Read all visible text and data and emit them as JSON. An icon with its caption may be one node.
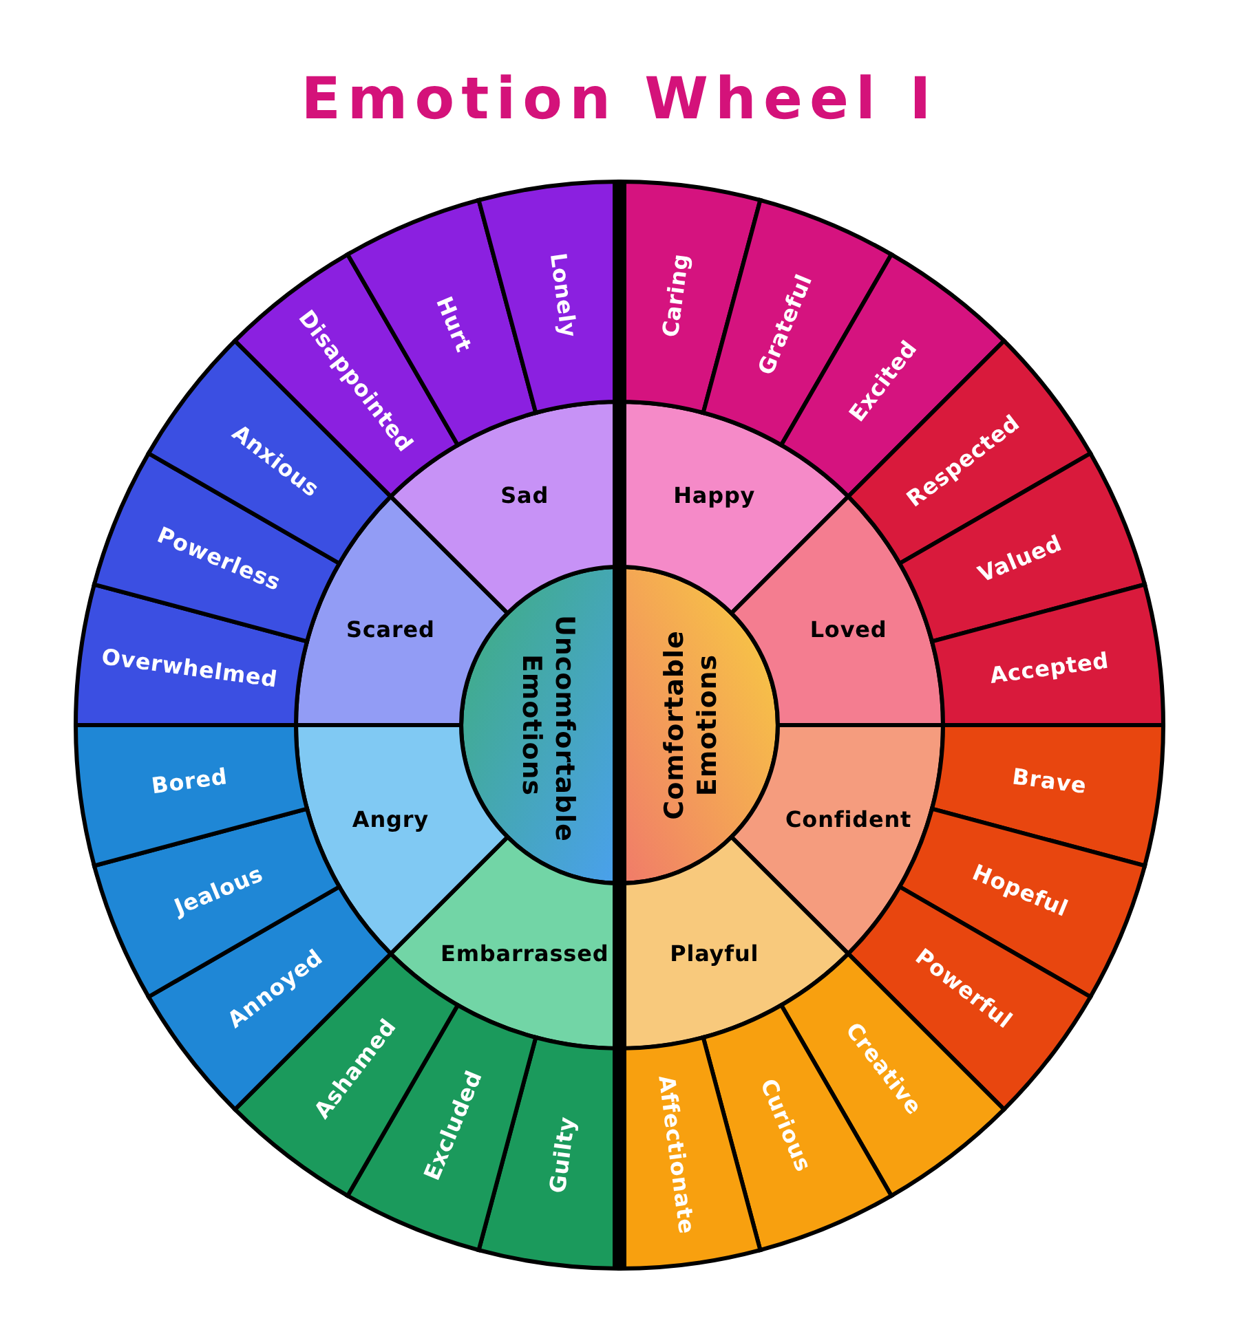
{
  "diagram": {
    "title": "Emotion Wheel I",
    "nodes": [
      {
        "text": [
          "Uncomfortable Emotions"
        ]
      },
      {
        "text": [
          "Comfortable Emotions"
        ]
      },
      {
        "text": [
          "Happy"
        ]
      },
      {
        "text": [
          "Loved"
        ]
      },
      {
        "text": [
          "Confident"
        ]
      },
      {
        "text": [
          "Playful"
        ]
      },
      {
        "text": [
          "Embarrassed"
        ]
      },
      {
        "text": [
          "Angry"
        ]
      },
      {
        "text": [
          "Scared"
        ]
      },
      {
        "text": [
          "Sad"
        ]
      },
      {
        "text": [
          "Caring"
        ]
      },
      {
        "text": [
          "Grateful"
        ]
      },
      {
        "text": [
          "Excited"
        ]
      },
      {
        "text": [
          "Respected"
        ]
      },
      {
        "text": [
          "Valued"
        ]
      },
      {
        "text": [
          "Accepted"
        ]
      },
      {
        "text": [
          "Brave"
        ]
      },
      {
        "text": [
          "Hopeful"
        ]
      },
      {
        "text": [
          "Powerful"
        ]
      },
      {
        "text": [
          "Creative"
        ]
      },
      {
        "text": [
          "Curious"
        ]
      },
      {
        "text": [
          "Affectionate"
        ]
      },
      {
        "text": [
          "Guilty"
        ]
      },
      {
        "text": [
          "Excluded"
        ]
      },
      {
        "text": [
          "Ashamed"
        ]
      },
      {
        "text": [
          "Annoyed"
        ]
      },
      {
        "text": [
          "Jealous"
        ]
      },
      {
        "text": [
          "Bored"
        ]
      },
      {
        "text": [
          "Overwhelmed"
        ]
      },
      {
        "text": [
          "Powerless"
        ]
      },
      {
        "text": [
          "Anxious"
        ]
      },
      {
        "text": [
          "Disappointed"
        ]
      },
      {
        "text": [
          "Hurt"
        ]
      },
      {
        "text": [
          "Lonely"
        ]
      }
    ]
  }
}
